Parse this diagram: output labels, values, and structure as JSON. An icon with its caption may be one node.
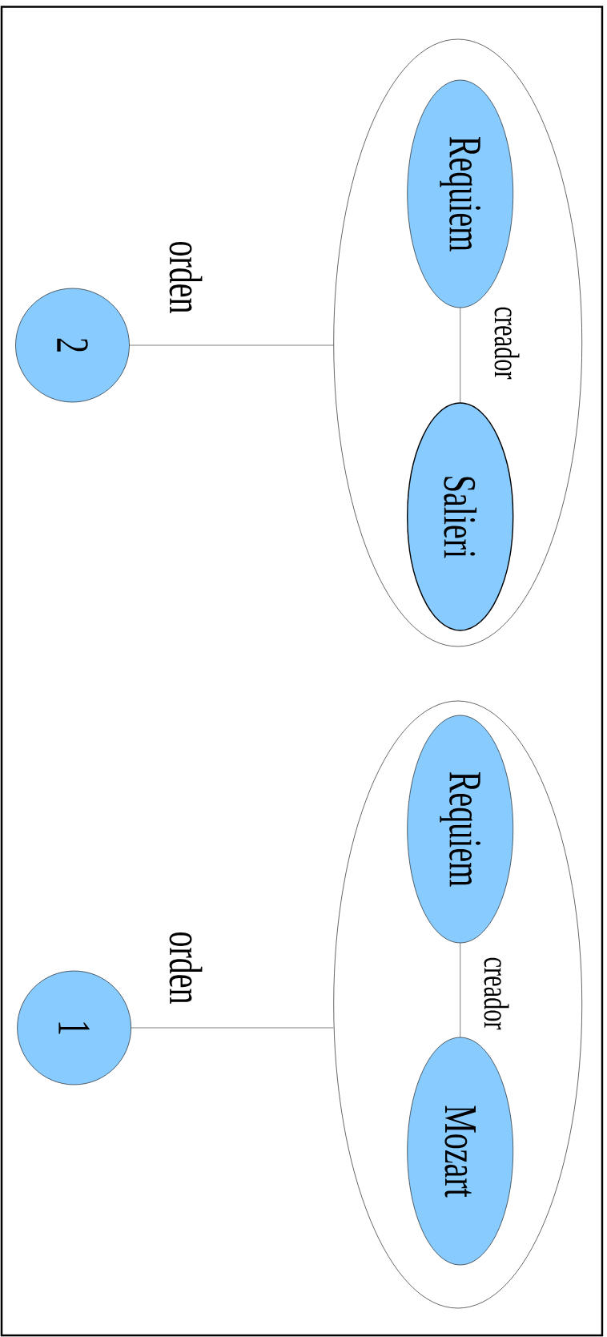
{
  "diagram": {
    "nodes": [
      {
        "text": [
          "2"
        ]
      },
      {
        "text": [],
        "shape": "ellipse"
      },
      {
        "text": [
          "Requiem"
        ],
        "in": 1
      },
      {
        "text": [
          "Salieri"
        ],
        "in": 1
      },
      {
        "text": [
          "1"
        ]
      },
      {
        "text": [],
        "shape": "ellipse"
      },
      {
        "text": [
          "Requiem"
        ],
        "in": 5
      },
      {
        "text": [
          "Mozart"
        ],
        "in": 5
      }
    ],
    "edges": [
      {
        "from": 0,
        "to": 1,
        "arrow": "none",
        "label": "orden"
      },
      {
        "from": 2,
        "to": 3,
        "arrow": "none",
        "label": "creador"
      },
      {
        "from": 4,
        "to": 5,
        "arrow": "none",
        "label": "orden"
      },
      {
        "from": 6,
        "to": 7,
        "arrow": "none",
        "label": "creador"
      }
    ]
  }
}
